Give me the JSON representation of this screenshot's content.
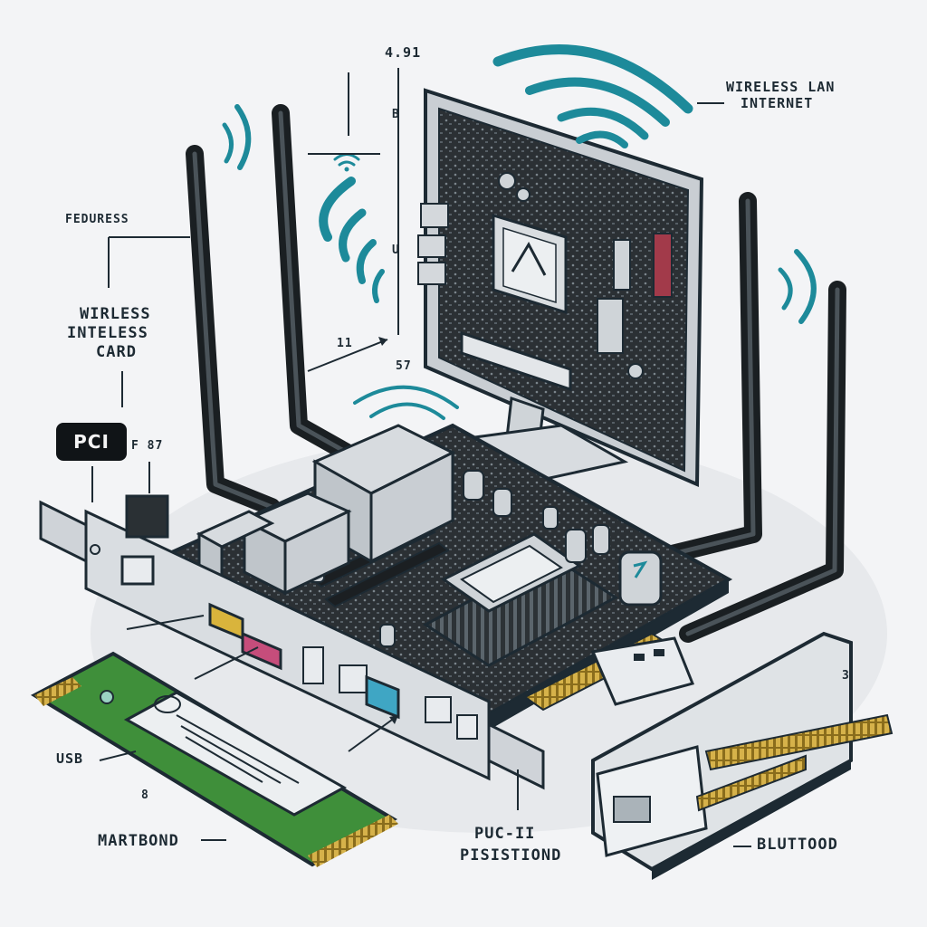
{
  "labels": {
    "top_number": "4.91",
    "wireless_lan": "WIRELESS LAN",
    "internet": "INTERNET",
    "feduress": "FEDURESS",
    "card_line1": "WIRLESS",
    "card_line2": "INTELESS",
    "card_line3": "CARD",
    "num_11": "11",
    "num_57": "57",
    "pci": "PCI",
    "pci_side": "F 87",
    "usb": "USB",
    "marker_8": "8",
    "martbond": "MARTBOND",
    "puc_line1": "PUC-II",
    "puc_line2": "PISISTIOND",
    "bluetood": "BLUTTOOD",
    "axis_b": "B",
    "axis_u": "U",
    "side_3": "3"
  },
  "colors": {
    "accent_teal": "#1d8a9a",
    "ink": "#1d2a33",
    "pcb_dark": "#2a2f33",
    "pcb_green": "#3f8f3a",
    "gold": "#c9a23a",
    "bracket": "#cfd3d8"
  }
}
